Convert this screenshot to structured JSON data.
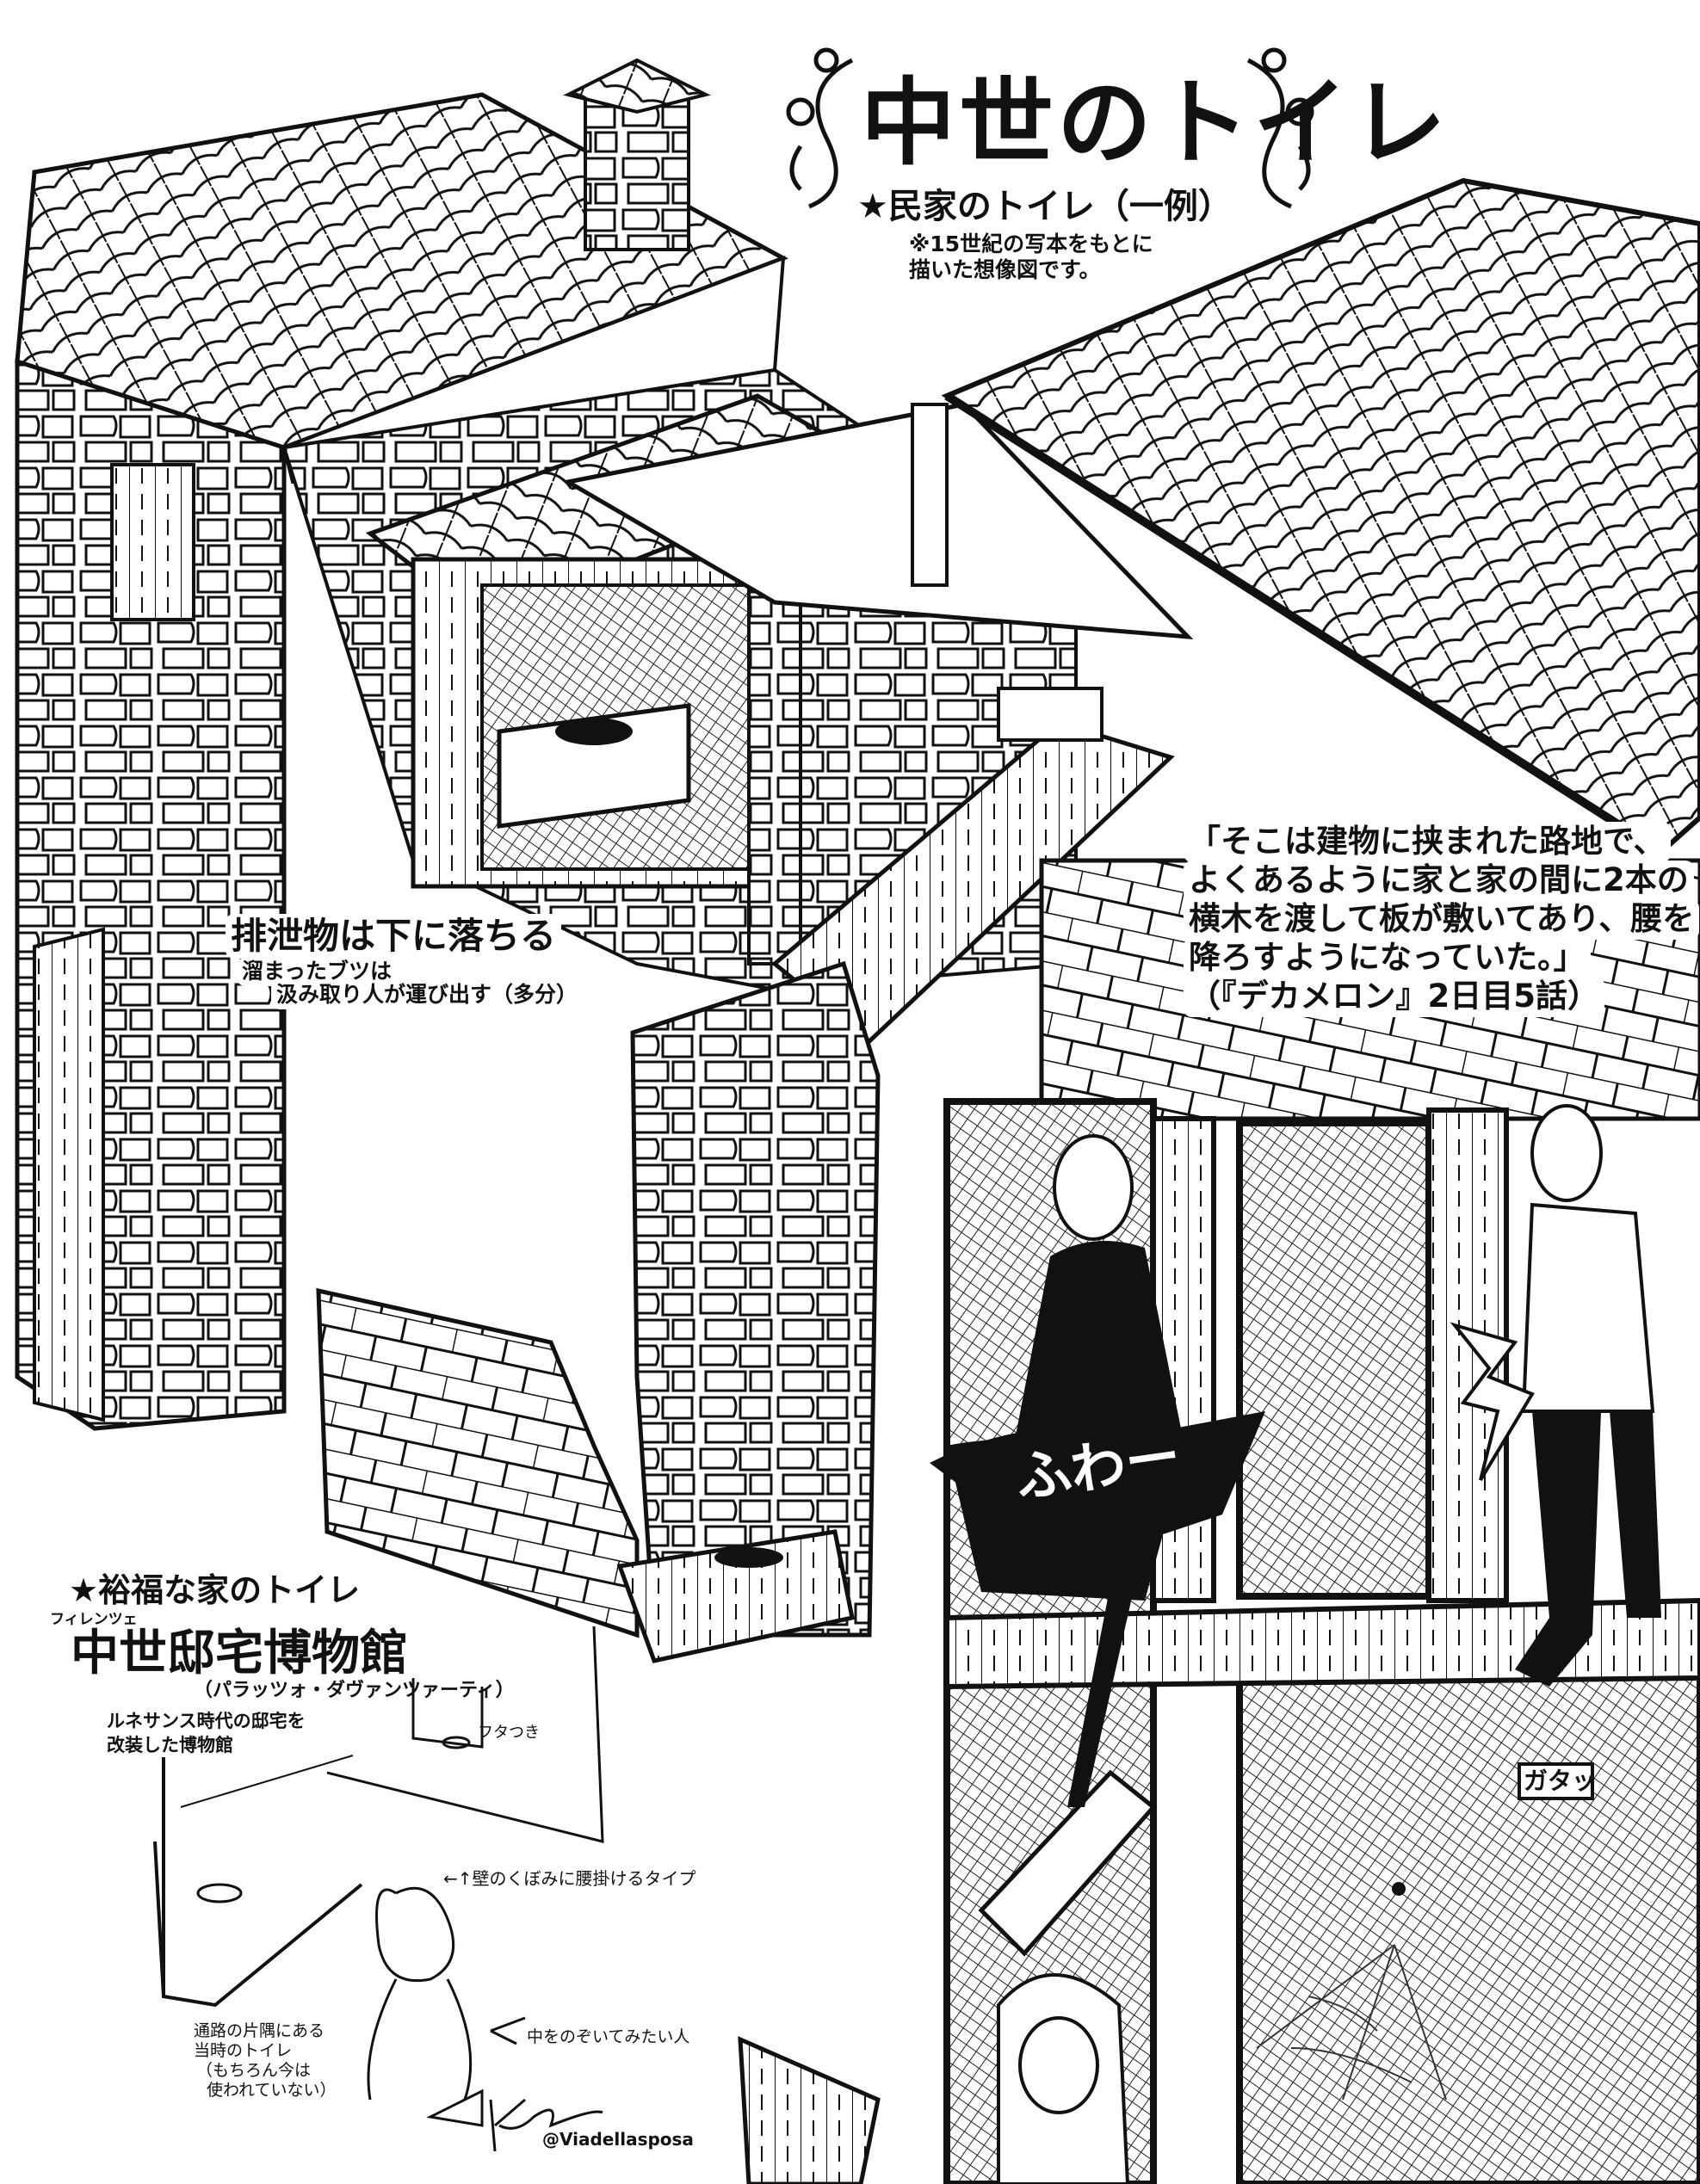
{
  "title": "中世のトイレ",
  "commoner_section": {
    "heading": "★民家のトイレ（一例）",
    "note_lines": [
      "※15世紀の写本をもとに",
      "描いた想像図です。"
    ]
  },
  "quote": {
    "lines": [
      "「そこは建物に挟まれた路地で、",
      "よくあるように家と家の間に2本の",
      "横木を渡して板が敷いてあり、腰を",
      "降ろすようになっていた。」"
    ],
    "source": "（『デカメロン』2日目5話）"
  },
  "waste_note": {
    "heading": "排泄物は下に落ちる",
    "lines": [
      "溜まったブツは",
      "汲み取り人が運び出す（多分）"
    ]
  },
  "wealthy_section": {
    "heading": "★裕福な家のトイレ",
    "ruby": "フィレンツェ",
    "museum": "中世邸宅博物館",
    "museum_reading": "（パラッツォ・ダヴァンツァーティ）",
    "desc_lines": [
      "ルネサンス時代の邸宅を",
      "改装した博物館"
    ],
    "lid_label": "フタつき",
    "niche_label": "←↑壁のくぼみに腰掛けるタイプ",
    "corridor_lines": [
      "通路の片隅にある",
      "当時のトイレ",
      "（もちろん今は",
      "使われていない）"
    ],
    "peeker_label": "中をのぞいてみたい人"
  },
  "sfx": {
    "scream": "ふわー",
    "clatter": "ガタッ"
  },
  "credit": {
    "signature": "Khyosha",
    "handle": "@Viadellasposa"
  }
}
